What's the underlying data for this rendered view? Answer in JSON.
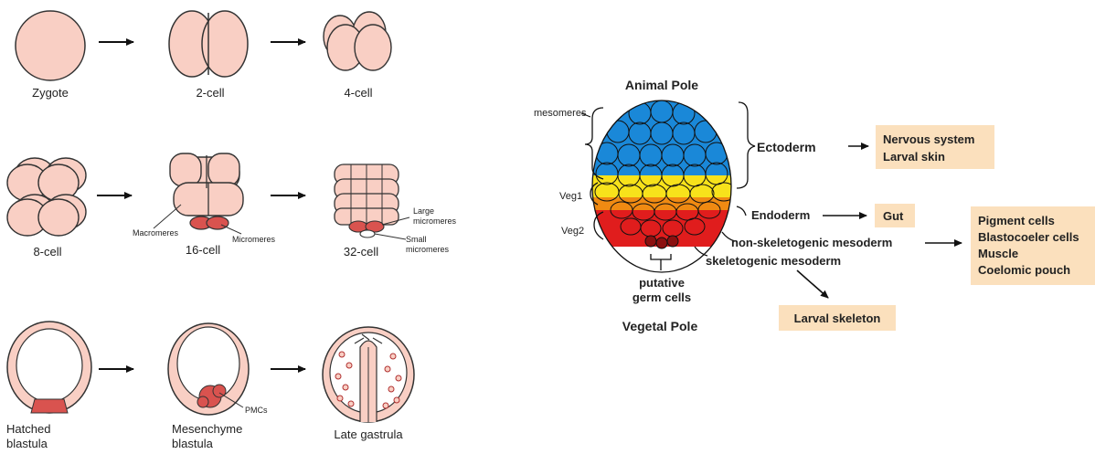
{
  "left_panel": {
    "stages": {
      "zygote": "Zygote",
      "two_cell": "2-cell",
      "four_cell": "4-cell",
      "eight_cell": "8-cell",
      "sixteen_cell": "16-cell",
      "thirtytwo_cell": "32-cell",
      "hatched_blastula_1": "Hatched",
      "hatched_blastula_2": "blastula",
      "mesenchyme_blastula_1": "Mesenchyme",
      "mesenchyme_blastula_2": "blastula",
      "late_gastrula": "Late gastrula"
    },
    "annotations": {
      "macromeres": "Macromeres",
      "micromeres": "Micromeres",
      "large_micromeres_1": "Large",
      "large_micromeres_2": "micromeres",
      "small_micromeres_1": "Small",
      "small_micromeres_2": "micromeres",
      "pmcs": "PMCs"
    }
  },
  "right_panel": {
    "animal_pole": "Animal Pole",
    "vegetal_pole": "Vegetal Pole",
    "mesomeres": "mesomeres",
    "veg1": "Veg1",
    "veg2": "Veg2",
    "germ_1": "putative",
    "germ_2": "germ cells",
    "ectoderm": "Ectoderm",
    "endoderm": "Endoderm",
    "nsm": "non-skeletogenic mesoderm",
    "sm": "skeletogenic mesoderm",
    "fates": {
      "ecto_1": "Nervous system",
      "ecto_2": "Larval skin",
      "gut": "Gut",
      "nsm_1": "Pigment cells",
      "nsm_2": "Blastocoeler cells",
      "nsm_3": "Muscle",
      "nsm_4": "Coelomic pouch",
      "skeleton": "Larval skeleton"
    }
  },
  "colors": {
    "egg_fill": "#f9cfc4",
    "cell_stroke": "#333333",
    "micromere_red": "#d9534f",
    "ectoderm_blue": "#1a88d8",
    "endoderm_yellow": "#f7e21b",
    "nsm_orange": "#f08a12",
    "sm_red": "#e01d1d",
    "germ_darkred": "#8c1010",
    "ectoderm_text": "#27a6dd",
    "endoderm_text": "#d4c12a",
    "nsm_text": "#f0a020",
    "sm_text": "#e02020",
    "germ_text": "#9c1a1a",
    "fate_box": "#fbe0bd"
  }
}
